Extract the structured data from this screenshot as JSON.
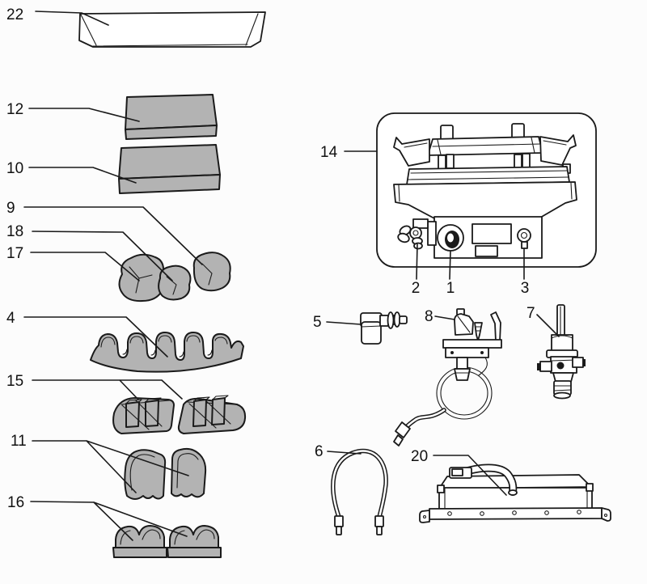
{
  "diagram": {
    "kind": "exploded-parts-diagram",
    "colors": {
      "background": "#fcfcfc",
      "outline": "#1a1a1a",
      "part_fill_gray": "#b3b3b3",
      "part_fill_white": "#ffffff"
    },
    "parts": {
      "hood": {
        "number": "22"
      },
      "panel_top": {
        "number": "12"
      },
      "panel_bottom": {
        "number": "10"
      },
      "rock_right": {
        "number": "9"
      },
      "rock_middle": {
        "number": "18"
      },
      "rock_left": {
        "number": "17"
      },
      "front_strip": {
        "number": "4"
      },
      "ember_blocks": {
        "number": "15"
      },
      "side_panels": {
        "number": "11"
      },
      "hump_strips": {
        "number": "16"
      },
      "burner_assembly": {
        "number": "14"
      },
      "inlet_fitting": {
        "number": "2"
      },
      "control_knob": {
        "number": "1"
      },
      "igniter_button": {
        "number": "3"
      },
      "elbow_fitting": {
        "number": "5"
      },
      "pilot_assembly": {
        "number": "8"
      },
      "gas_valve": {
        "number": "7"
      },
      "igniter_wire": {
        "number": "6"
      },
      "firebox_pan": {
        "number": "20"
      }
    }
  }
}
